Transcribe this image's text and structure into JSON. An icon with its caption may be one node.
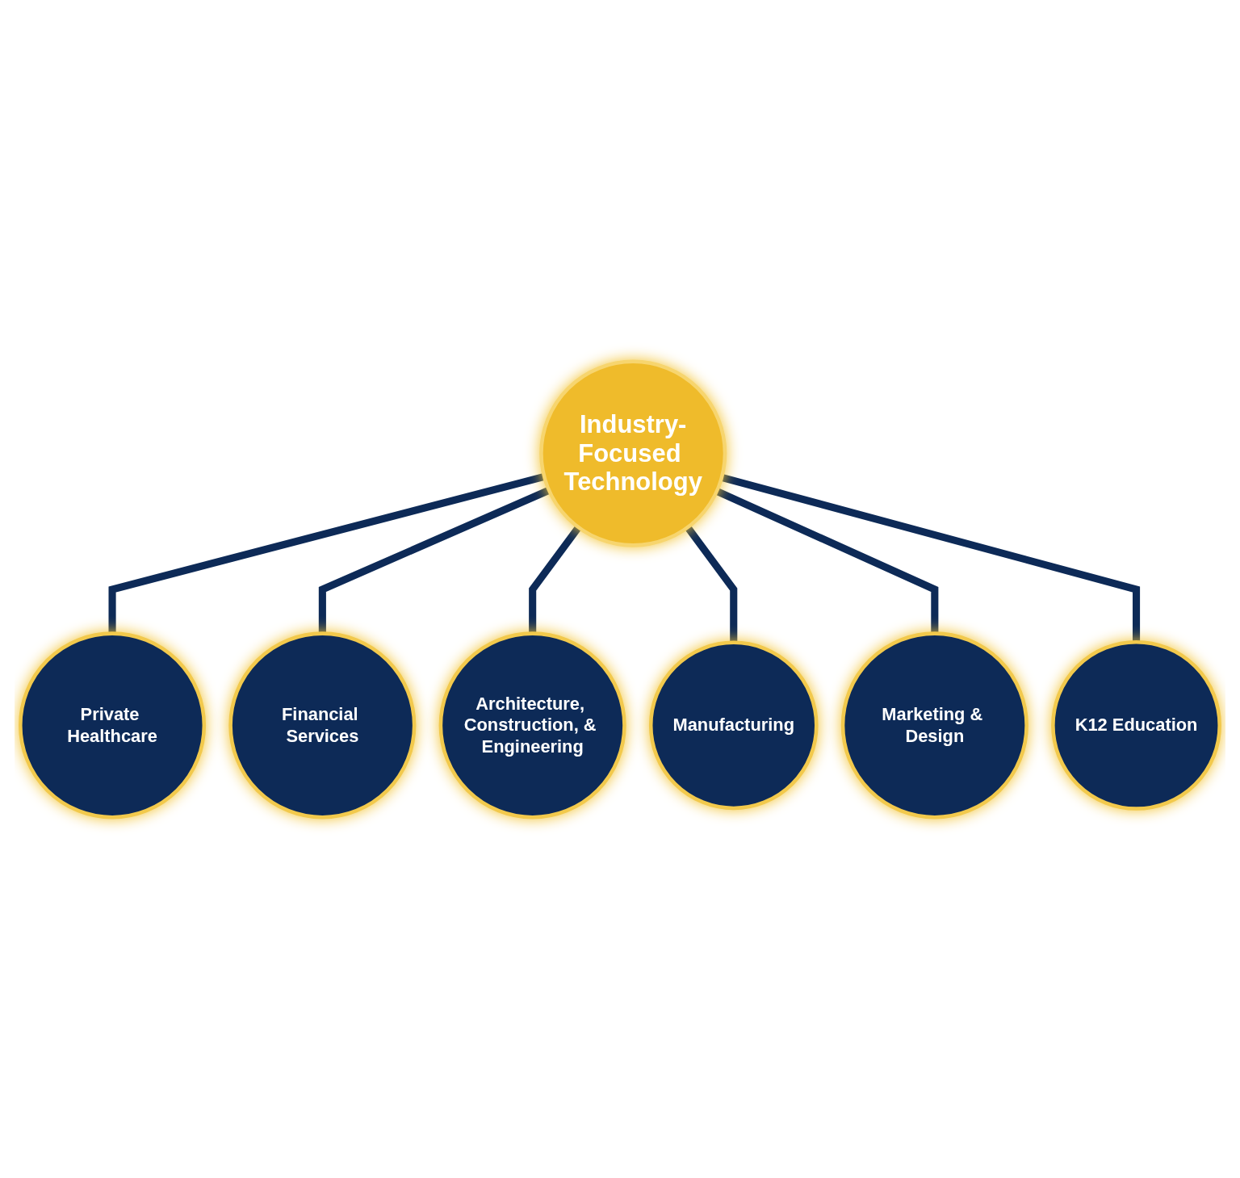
{
  "diagram": {
    "nodes": [
      {
        "text": [
          "Private Healthcare"
        ]
      },
      {
        "text": [
          "Financial Services"
        ]
      },
      {
        "text": [
          "Architecture, Construction, & Engineering"
        ]
      },
      {
        "text": [
          "Industry-Focused Technology"
        ]
      },
      {
        "text": [
          "Manufacturing"
        ]
      },
      {
        "text": [
          "Marketing & Design"
        ]
      },
      {
        "text": [
          "K12 Education"
        ]
      }
    ],
    "edges": [
      {
        "from": 3,
        "to": 0,
        "arrow": "none"
      },
      {
        "from": 3,
        "to": 1,
        "arrow": "none"
      },
      {
        "from": 3,
        "to": 2,
        "arrow": "none"
      },
      {
        "from": 3,
        "to": 4,
        "arrow": "none"
      },
      {
        "from": 3,
        "to": 5,
        "arrow": "none"
      },
      {
        "from": 3,
        "to": 6,
        "arrow": "none"
      }
    ]
  }
}
